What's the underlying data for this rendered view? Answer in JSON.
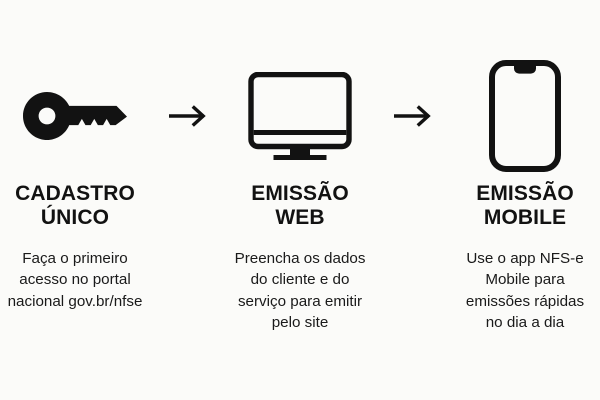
{
  "theme": {
    "background": "#fbfbf9",
    "ink": "#121212",
    "body_ink": "#1a1a1a"
  },
  "infographic": {
    "steps": [
      {
        "icon": "key-icon",
        "title": "CADASTRO\nÚNICO",
        "description": "Faça o primeiro\nacesso no portal\nnacional gov.br/nfse"
      },
      {
        "icon": "desktop-monitor-icon",
        "title": "EMISSÃO\nWEB",
        "description": "Preencha os dados\ndo cliente e do\nserviço para emitir\npelo site"
      },
      {
        "icon": "mobile-phone-icon",
        "title": "EMISSÃO\nMOBILE",
        "description": "Use o app NFS-e\nMobile para\nemissões rápidas\nno dia a dia"
      }
    ],
    "connectors": [
      {
        "icon": "arrow-right-icon"
      },
      {
        "icon": "arrow-right-icon"
      }
    ]
  }
}
